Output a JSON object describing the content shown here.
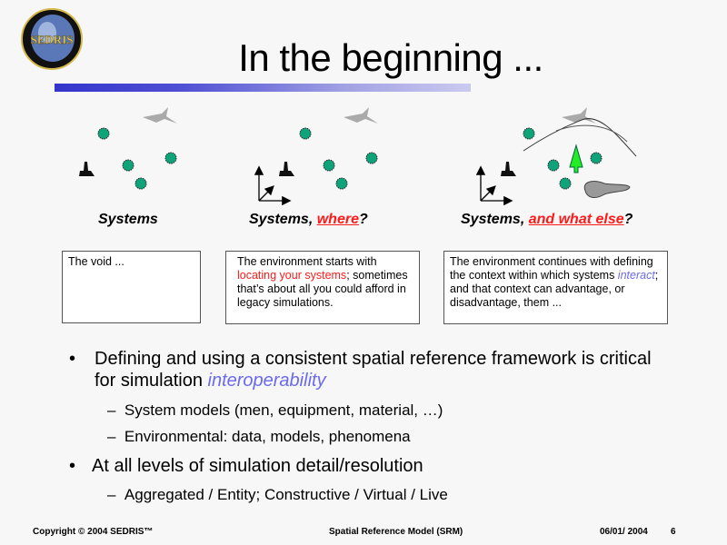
{
  "logo": {
    "text": "SEDRIS"
  },
  "title": "In the beginning ...",
  "panels": [
    {
      "caption_main": "Systems",
      "caption_red": "",
      "caption_end": "",
      "box": {
        "text": "The void ..."
      }
    },
    {
      "caption_main": "Systems, ",
      "caption_red": "where",
      "caption_end": "?",
      "box": {
        "pre": "The environment starts with ",
        "red": "locating your systems",
        "post": "; sometimes that’s about all you could afford in legacy simulations."
      }
    },
    {
      "caption_main": "Systems, ",
      "caption_red": "and what else",
      "caption_end": "?",
      "box": {
        "pre": "The environment continues with defining the context within which systems ",
        "blue": "interact",
        "post": "; and that context can advantage, or disadvantage, them ..."
      }
    }
  ],
  "bullets": [
    {
      "pre": "Defining and using a consistent spatial reference framework is critical for simulation ",
      "em": "interoperability",
      "subs": [
        "System models (men, equipment, material, …)",
        "Environmental: data, models, phenomena"
      ]
    },
    {
      "pre": "At all levels of simulation detail/resolution",
      "em": "",
      "subs": [
        "Aggregated / Entity; Constructive / Virtual / Live"
      ]
    }
  ],
  "footer": {
    "copyright": "Copyright © 2004 SEDRIS™",
    "center": "Spatial Reference Model (SRM)",
    "date": "06/01/ 2004",
    "page": "6"
  },
  "colors": {
    "red": "#ff1a1a",
    "blue": "#6a6aee",
    "green": "#0fa37a"
  }
}
